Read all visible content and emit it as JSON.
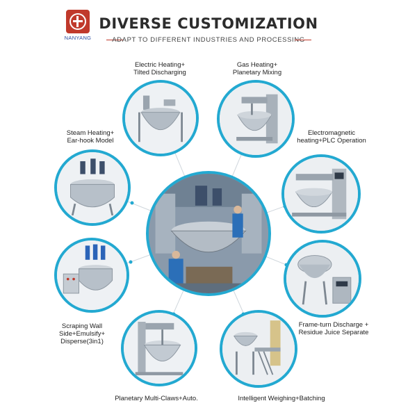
{
  "brand": {
    "name": "NANYANG",
    "accent_color": "#c0392b",
    "circle_color": "#23a9d1"
  },
  "header": {
    "title": "DIVERSE CUSTOMIZATION",
    "subtitle": "ADAPT TO DIFFERENT INDUSTRIES AND PROCESSING"
  },
  "options": [
    {
      "line1": "Electric Heating+",
      "line2": "Tilted Discharging"
    },
    {
      "line1": "Gas Heating+",
      "line2": "Planetary Mixing"
    },
    {
      "line1": "Steam Heating+",
      "line2": "Ear-hook Model"
    },
    {
      "line1": "Electromagnetic",
      "line2": "heating+PLC Operation"
    },
    {
      "line1": "Scraping Wall",
      "line2": "Side+Emulsify+",
      "line3": "Disperse(3in1)"
    },
    {
      "line1": "Frame-turn Discharge +",
      "line2": "Residue Juice Separate"
    },
    {
      "line1": "Planetary Multi-Claws+Auto."
    },
    {
      "line1": "Intelligent Weighing+Batching"
    }
  ]
}
